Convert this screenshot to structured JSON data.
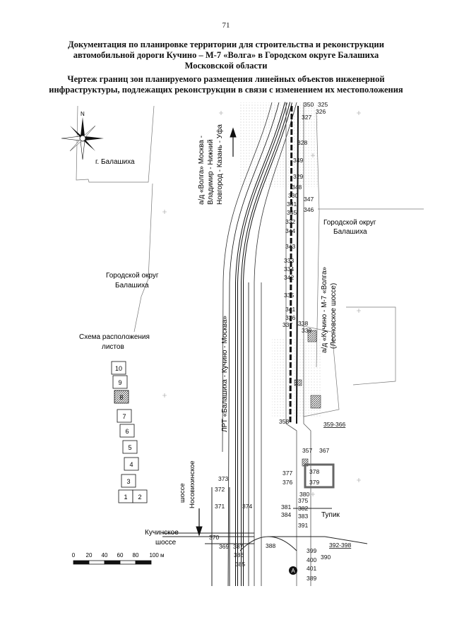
{
  "page_number": "71",
  "title_lines": [
    "Документация по планировке территории для строительства и реконструкции",
    "автомобильной дороги Кучино – М-7 «Волга» в Городском округе Балашиха",
    "Московской области"
  ],
  "subtitle_lines": [
    "Чертеж границ зон планируемого размещения линейных объектов инженерной",
    "инфраструктуры, подлежащих реконструкции в связи с изменением их местоположения"
  ],
  "map": {
    "north_label": "N",
    "city_label": "г. Балашиха",
    "district_left": [
      "Городской округ",
      "Балашиха"
    ],
    "district_right": [
      "Городской округ",
      "Балашиха"
    ],
    "highway_label": [
      "а/д «Волга» Москва -",
      "Владимир - Нижний",
      "Новгород - Казань - Уфа"
    ],
    "railway_label": "ЛРТ «Балашиха - Кучино - Москва»",
    "road_label": [
      "а/д «Кучино - М-7 «Волга»",
      "(Леоновское шоссе)"
    ],
    "nosov_label": [
      "Носовихинское",
      "шоссе"
    ],
    "kuchino_label": [
      "Кучинское",
      "шоссе"
    ],
    "tupik_label": "Тупик",
    "scheme_label": [
      "Схема расположения",
      "листов"
    ],
    "sheets": [
      "1",
      "2",
      "3",
      "4",
      "5",
      "6",
      "7",
      "8",
      "9",
      "10"
    ],
    "highlighted_sheet": "8",
    "scale_ticks": [
      "0",
      "20",
      "40",
      "60",
      "80",
      "100 м"
    ],
    "marker": "A",
    "numbers": {
      "n350": "350",
      "n325": "325",
      "n326": "326",
      "n327": "327",
      "n328": "328",
      "n349": "349",
      "n329": "329",
      "n348": "348",
      "n330": "330",
      "n347": "347",
      "n331": "331",
      "n346": "346",
      "n345": "345",
      "n332": "332",
      "n344": "344",
      "n343": "343",
      "n333": "333",
      "n334": "334",
      "n342": "342",
      "n335": "335",
      "n341": "341",
      "n336": "336",
      "n337": "337",
      "n338": "338",
      "n339": "339",
      "n358": "358",
      "r359": "359-366",
      "n357": "357",
      "n367": "367",
      "n377": "377",
      "n378": "378",
      "n376": "376",
      "n379": "379",
      "n373": "373",
      "n372": "372",
      "n371": "371",
      "n374": "374",
      "n380": "380",
      "n375": "375",
      "n381": "381",
      "n382": "382",
      "n384": "384",
      "n383": "383",
      "n391": "391",
      "n370": "370",
      "n369": "369",
      "n387": "387",
      "n388": "388",
      "n386": "386",
      "n385": "385",
      "r392": "392-398",
      "n399": "399",
      "n390": "390",
      "n400": "400",
      "n401": "401",
      "n389": "389"
    }
  }
}
